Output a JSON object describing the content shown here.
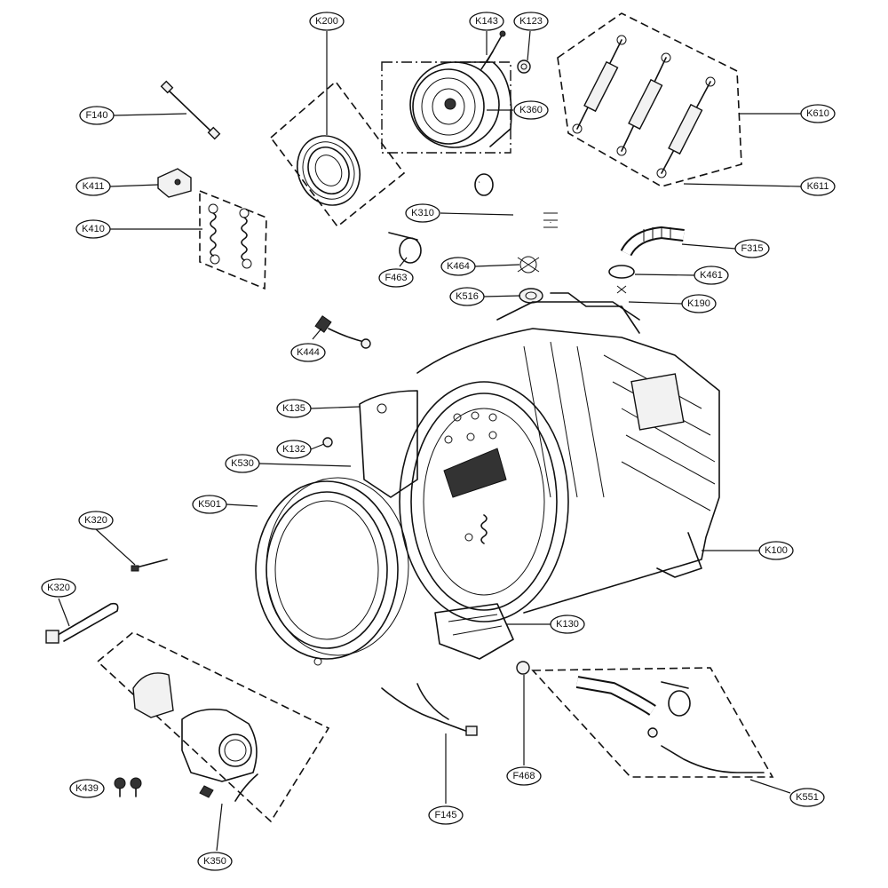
{
  "diagram": {
    "labels": {
      "K200": "K200",
      "K143": "K143",
      "K123": "K123",
      "F140": "F140",
      "K360": "K360",
      "K610": "K610",
      "K411": "K411",
      "K611": "K611",
      "K410": "K410",
      "K310": "K310",
      "F315": "F315",
      "F463": "F463",
      "K464": "K464",
      "K461": "K461",
      "K516": "K516",
      "K190": "K190",
      "K444": "K444",
      "K135": "K135",
      "K132": "K132",
      "K530": "K530",
      "K501": "K501",
      "K100": "K100",
      "K320a": "K320",
      "K320b": "K320",
      "K130": "K130",
      "F468": "F468",
      "K551": "K551",
      "K439": "K439",
      "F145": "F145",
      "K350": "K350"
    }
  }
}
